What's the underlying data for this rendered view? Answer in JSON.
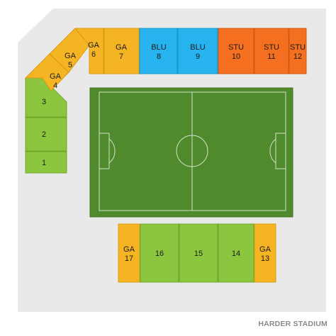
{
  "venue_name": "HARDER STADIUM",
  "colors": {
    "background_area": "#e9e9e9",
    "field": "#4f8a2c",
    "field_lines": "#ffffff",
    "ga": "#f5b423",
    "blu": "#27b4ee",
    "stu": "#f46f20",
    "numbered": "#8cc63f"
  },
  "sections": {
    "s1": {
      "label": "1",
      "category": "numbered"
    },
    "s2": {
      "label": "2",
      "category": "numbered"
    },
    "s3": {
      "label": "3",
      "category": "numbered"
    },
    "s4": {
      "line1": "GA",
      "line2": "4",
      "category": "ga"
    },
    "s5": {
      "line1": "GA",
      "line2": "5",
      "category": "ga"
    },
    "s6": {
      "line1": "GA",
      "line2": "6",
      "category": "ga"
    },
    "s7": {
      "line1": "GA",
      "line2": "7",
      "category": "ga"
    },
    "s8": {
      "line1": "BLU",
      "line2": "8",
      "category": "blu"
    },
    "s9": {
      "line1": "BLU",
      "line2": "9",
      "category": "blu"
    },
    "s10": {
      "line1": "STU",
      "line2": "10",
      "category": "stu"
    },
    "s11": {
      "line1": "STU",
      "line2": "11",
      "category": "stu"
    },
    "s12": {
      "line1": "STU",
      "line2": "12",
      "category": "stu"
    },
    "s13": {
      "line1": "GA",
      "line2": "13",
      "category": "ga"
    },
    "s14": {
      "label": "14",
      "category": "numbered"
    },
    "s15": {
      "label": "15",
      "category": "numbered"
    },
    "s16": {
      "label": "16",
      "category": "numbered"
    },
    "s17": {
      "line1": "GA",
      "line2": "17",
      "category": "ga"
    }
  }
}
